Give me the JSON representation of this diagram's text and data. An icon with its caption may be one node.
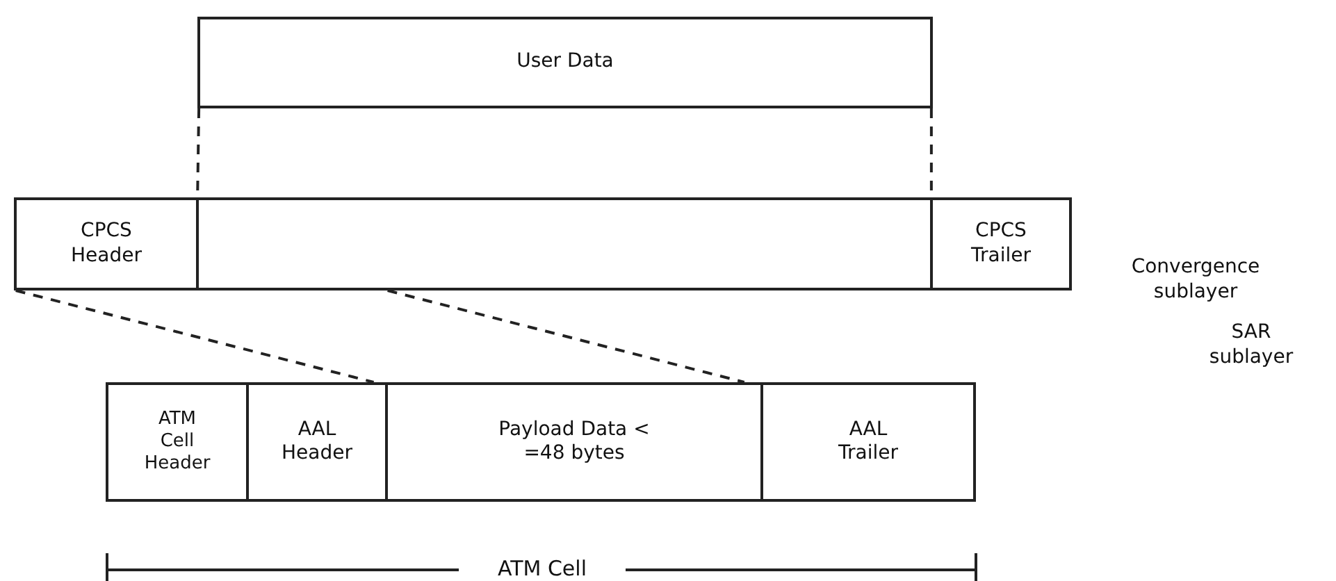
{
  "diagram": {
    "nodes": [
      {
        "text": [
          "User Data"
        ]
      },
      {
        "text": [
          "CPCS Header"
        ]
      },
      {
        "text": [],
        "shape": "box"
      },
      {
        "text": [
          "CPCS Trailer"
        ]
      },
      {
        "text": [
          "ATM Cell Header"
        ]
      },
      {
        "text": [
          "AAL Header"
        ]
      },
      {
        "text": [
          "Payload Data < =48 bytes"
        ]
      },
      {
        "text": [
          "AAL Trailer"
        ]
      }
    ],
    "edges": [
      {
        "from": 0,
        "to": 2,
        "arrow": "none",
        "style": "dashed"
      },
      {
        "from": 0,
        "to": 2,
        "arrow": "none",
        "style": "dashed"
      },
      {
        "from": 1,
        "to": 5,
        "arrow": "none",
        "style": "dashed"
      },
      {
        "from": 2,
        "to": 6,
        "arrow": "none",
        "style": "dashed"
      }
    ],
    "labels": [
      "Convergence sublayer",
      "SAR sublayer",
      "ATM Cell"
    ]
  }
}
